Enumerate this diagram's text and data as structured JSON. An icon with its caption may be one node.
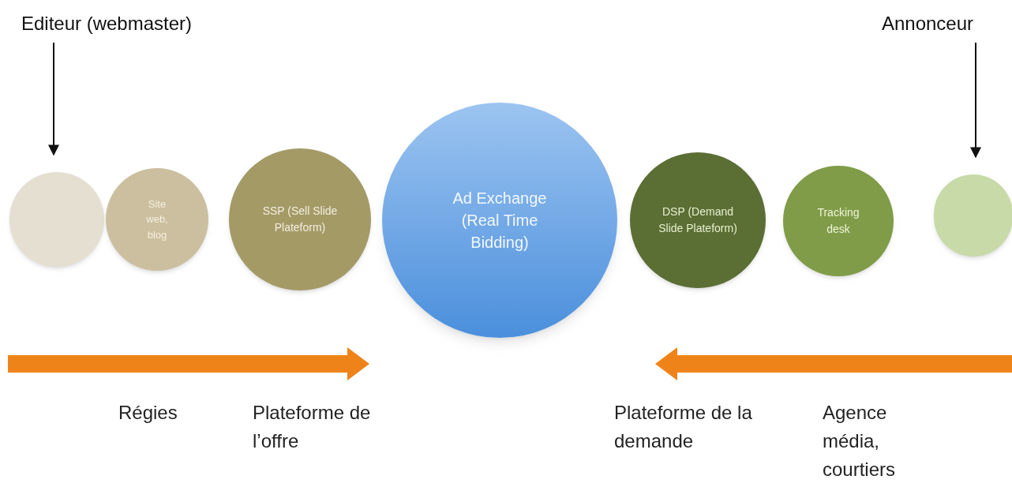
{
  "diagram": {
    "nodes": [
      {
        "text": [
          "Editeur (webmaster)"
        ]
      },
      {
        "text": [
          "Annonceur"
        ]
      },
      {
        "text": [],
        "shape": "circle"
      },
      {
        "text": [
          "Site web, blog"
        ]
      },
      {
        "text": [
          "SSP (Sell Slide Plateform)"
        ]
      },
      {
        "text": [
          "Ad Exchange (Real Time Bidding)"
        ]
      },
      {
        "text": [
          "DSP (Demand Slide Plateform)"
        ]
      },
      {
        "text": [
          "Tracking desk"
        ]
      },
      {
        "text": [],
        "shape": "circle"
      }
    ],
    "edges": [
      {
        "from": 0,
        "to": 2,
        "arrow": "to"
      },
      {
        "from": 1,
        "to": 8,
        "arrow": "to"
      }
    ],
    "labels": [
      "Régies",
      "Plateforme de l’offre",
      "Plateforme de la demande",
      "Agence média, courtiers"
    ]
  }
}
